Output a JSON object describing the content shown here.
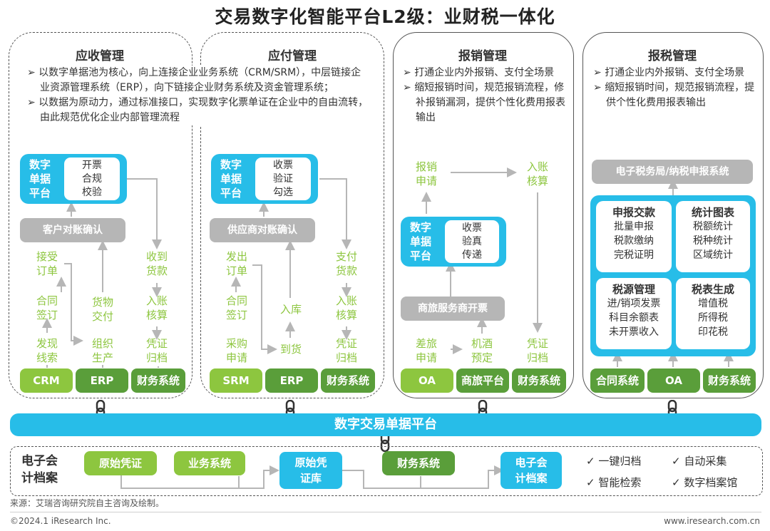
{
  "title": "交易数字化智能平台L2级：业财税一体化",
  "panels": {
    "ar": {
      "title": "应收管理",
      "desc": [
        "以数字单据池为核心，向上连接企业业务系统（CRM/SRM），中层链接企业资源管理系统（ERP），向下链接企业财务系统及资金管理系统；",
        "以数据为原动力，通过标准接口，实现数字化票单证在企业中的自由流转，由此规范优化企业内部管理流程"
      ],
      "platform_label": [
        "数字",
        "单据",
        "平台"
      ],
      "platform_items": [
        "开票",
        "合规",
        "校验"
      ],
      "gray_bar": "客户对账确认",
      "flow": {
        "c1": [
          [
            "接受",
            "订单"
          ],
          [
            "合同",
            "签订"
          ],
          [
            "发现",
            "线索"
          ]
        ],
        "c2": [
          [
            "货物",
            "交付"
          ],
          [
            "组织",
            "生产"
          ]
        ],
        "c3": [
          [
            "收到",
            "货款"
          ],
          [
            "入账",
            "核算"
          ],
          [
            "凭证",
            "归档"
          ]
        ]
      },
      "systems": [
        "CRM",
        "ERP",
        "财务系统"
      ]
    },
    "ap": {
      "title": "应付管理",
      "platform_label": [
        "数字",
        "单据",
        "平台"
      ],
      "platform_items": [
        "收票",
        "验证",
        "勾选"
      ],
      "gray_bar": "供应商对账确认",
      "flow": {
        "c1": [
          [
            "发出",
            "订单"
          ],
          [
            "合同",
            "签订"
          ],
          [
            "采购",
            "申请"
          ]
        ],
        "c2": [
          [
            "入库"
          ],
          [
            "到货"
          ]
        ],
        "c3": [
          [
            "支付",
            "货款"
          ],
          [
            "入账",
            "核算"
          ],
          [
            "凭证",
            "归档"
          ]
        ]
      },
      "systems": [
        "SRM",
        "ERP",
        "财务系统"
      ]
    },
    "exp": {
      "title": "报销管理",
      "desc": [
        "打通企业内外报销、支付全场景",
        "缩短报销时间，规范报销流程，修补报销漏洞，提供个性化费用报表输出"
      ],
      "flow_top": [
        [
          "报销",
          "申请"
        ],
        [
          "入账",
          "核算"
        ]
      ],
      "platform_label": [
        "数字",
        "单据",
        "平台"
      ],
      "platform_items": [
        "收票",
        "验真",
        "传递"
      ],
      "gray_bar": "商旅服务商开票",
      "flow_bottom": [
        [
          "差旅",
          "申请"
        ],
        [
          "机酒",
          "预定"
        ],
        [
          "凭证",
          "归档"
        ]
      ],
      "systems": [
        "OA",
        "商旅平台",
        "财务系统"
      ]
    },
    "tax": {
      "title": "报税管理",
      "desc": [
        "打通企业内外报销、支付全场景",
        "缩短报销时间，规范报销流程，提供个性化费用报表输出"
      ],
      "gray_bar": "电子税务局/纳税申报系统",
      "cells": [
        {
          "head": "申报交款",
          "items": [
            "批量申报",
            "税款缴纳",
            "完税证明"
          ]
        },
        {
          "head": "统计图表",
          "items": [
            "税额统计",
            "税种统计",
            "区域统计"
          ]
        },
        {
          "head": "税源管理",
          "items": [
            "进/销项发票",
            "科目余额表",
            "未开票收入"
          ]
        },
        {
          "head": "税表生成",
          "items": [
            "增值税",
            "所得税",
            "印花税"
          ]
        }
      ],
      "systems": [
        "合同系统",
        "OA",
        "财务系统"
      ]
    }
  },
  "hub": "数字交易单据平台",
  "archive": {
    "label": [
      "电子会",
      "计档案"
    ],
    "boxes": [
      "原始凭证",
      "业务系统",
      "原始凭证库",
      "财务系统",
      "电子会计档案"
    ],
    "box3_lines": [
      "原始凭",
      "证库"
    ],
    "box5_lines": [
      "电子会",
      "计档案"
    ],
    "features": [
      "一键归档",
      "自动采集",
      "智能检索",
      "数字档案馆"
    ]
  },
  "source": "来源：艾瑞咨询研究院自主咨询及绘制。",
  "footer_left": "©2024.1 iResearch Inc.",
  "footer_right": "www.iresearch.com.cn",
  "colors": {
    "blue": "#27bde8",
    "green": "#8dc63f",
    "dark_green": "#5a9e3a",
    "gray": "#b6b6b6"
  }
}
